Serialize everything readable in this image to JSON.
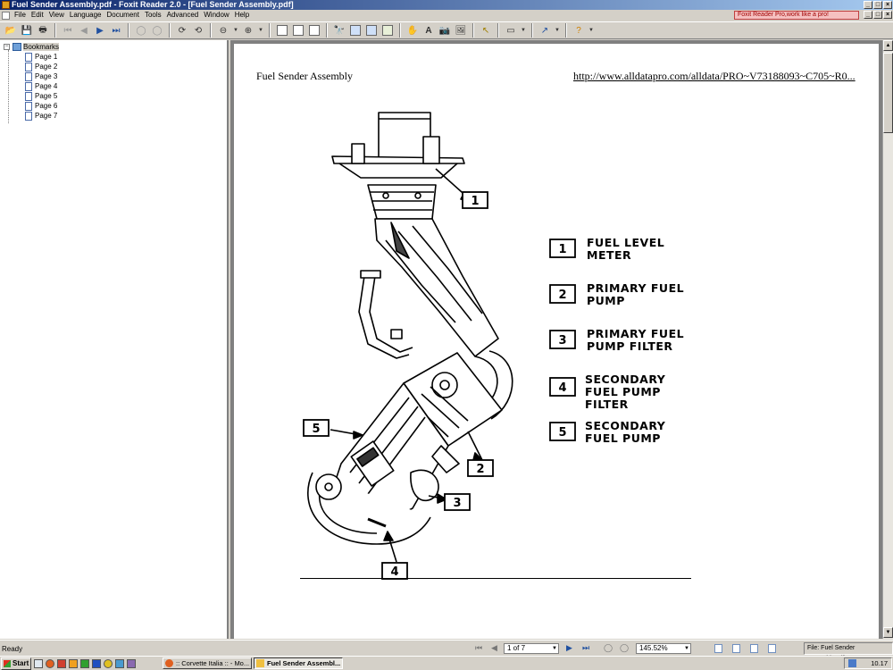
{
  "window": {
    "title": "Fuel Sender Assembly.pdf - Foxit Reader 2.0 - [Fuel Sender Assembly.pdf]"
  },
  "menu": [
    "File",
    "Edit",
    "View",
    "Language",
    "Document",
    "Tools",
    "Advanced",
    "Window",
    "Help"
  ],
  "promo": "Foxit Reader Pro,work like a pro!",
  "toolbar_icons": [
    "open-icon",
    "save-icon",
    "print-icon",
    "first-page-icon",
    "prev-page-icon",
    "next-page-icon",
    "last-page-icon",
    "back-icon",
    "forward-icon",
    "rotate-icon",
    "zoom-out-icon",
    "zoom-in-icon",
    "single-page-icon",
    "continuous-icon",
    "facing-icon",
    "find-icon",
    "hand-icon",
    "select-text-icon",
    "snapshot-icon",
    "select-icon",
    "comment-icon",
    "arrow-icon",
    "help-icon"
  ],
  "bookmarks": {
    "root": "Bookmarks",
    "pages": [
      "Page 1",
      "Page 2",
      "Page 3",
      "Page 4",
      "Page 5",
      "Page 6",
      "Page 7"
    ]
  },
  "document": {
    "header_title": "Fuel Sender Assembly",
    "header_url": "http://www.alldatapro.com/alldata/PRO~V73188093~C705~R0...",
    "legend": [
      {
        "num": "1",
        "line1": "FUEL LEVEL",
        "line2": "METER",
        "line3": ""
      },
      {
        "num": "2",
        "line1": "PRIMARY FUEL",
        "line2": "PUMP",
        "line3": ""
      },
      {
        "num": "3",
        "line1": "PRIMARY FUEL",
        "line2": "PUMP FILTER",
        "line3": ""
      },
      {
        "num": "4",
        "line1": "SECONDARY",
        "line2": "FUEL PUMP",
        "line3": "FILTER"
      },
      {
        "num": "5",
        "line1": "SECONDARY",
        "line2": "FUEL PUMP",
        "line3": ""
      }
    ],
    "callouts": [
      "1",
      "2",
      "3",
      "4",
      "5"
    ]
  },
  "status": {
    "ready": "Ready",
    "page_of": "1 of 7",
    "zoom": "145.52%",
    "file": "File: Fuel Sender Assembly.pdf"
  },
  "taskbar": {
    "start": "Start",
    "tasks": [
      ":: Corvette Italia :: - Mo...",
      "Fuel Sender Assembl..."
    ],
    "clock": "10.17"
  }
}
